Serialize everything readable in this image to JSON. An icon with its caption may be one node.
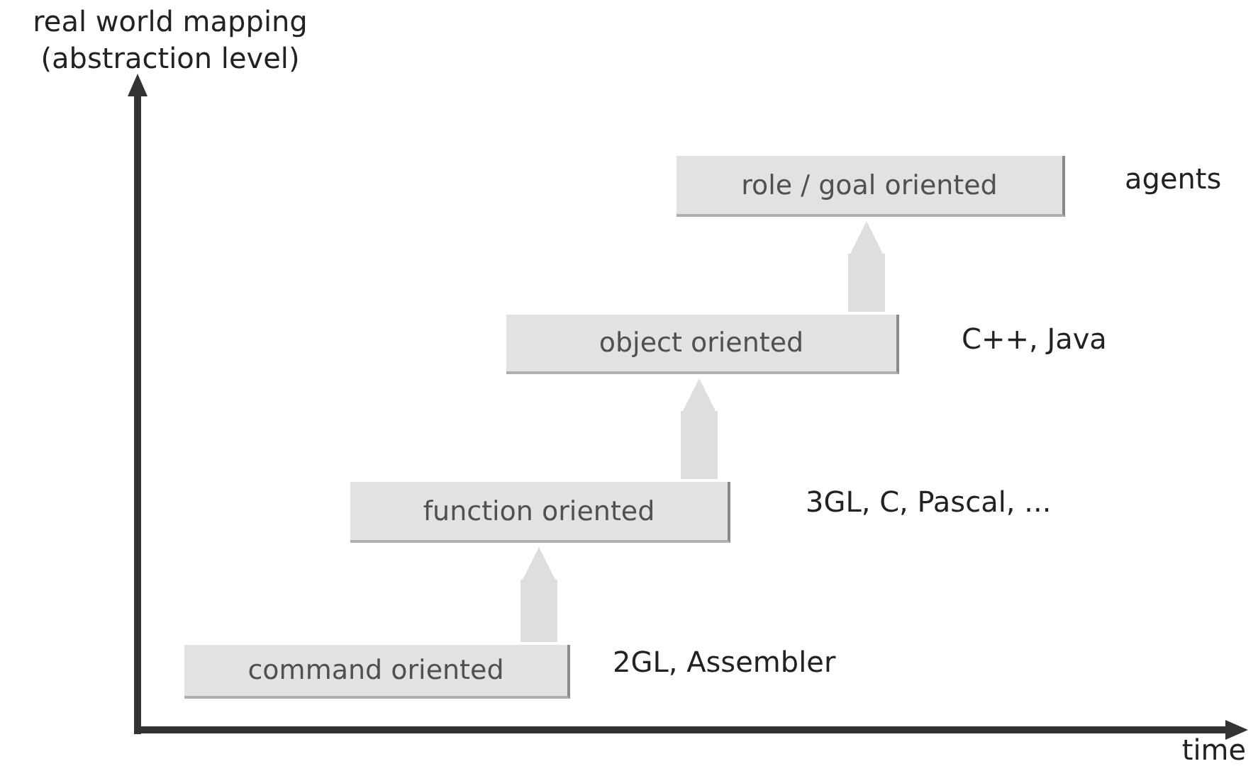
{
  "diagram": {
    "nodes": [
      {
        "text": [
          "command oriented"
        ],
        "beside": [
          "2GL, Assembler"
        ]
      },
      {
        "text": [
          "function oriented"
        ],
        "beside": [
          "3GL, C, Pascal, ..."
        ]
      },
      {
        "text": [
          "object oriented"
        ],
        "beside": [
          "C++, Java"
        ]
      },
      {
        "text": [
          "role / goal oriented"
        ],
        "beside": [
          "agents"
        ]
      }
    ],
    "edges": [
      {
        "from": 0,
        "to": 1,
        "arrow": "to"
      },
      {
        "from": 1,
        "to": 2,
        "arrow": "to"
      },
      {
        "from": 2,
        "to": 3,
        "arrow": "to"
      }
    ],
    "labels": [
      "real world mapping (abstraction level)",
      "time"
    ]
  }
}
